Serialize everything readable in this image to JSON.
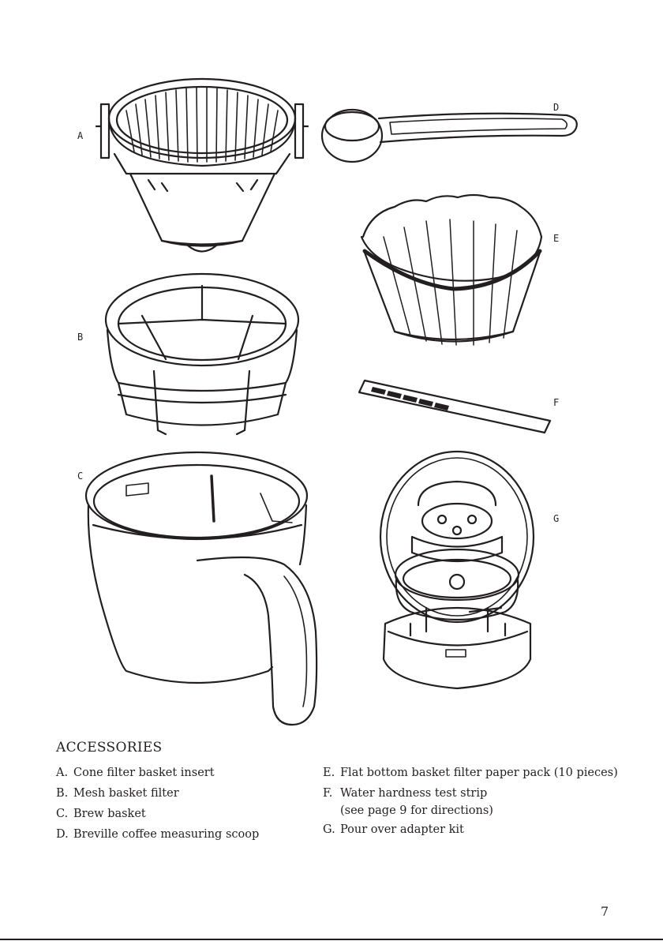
{
  "figure": {
    "labels": {
      "a": "A",
      "b": "B",
      "c": "C",
      "d": "D",
      "e": "E",
      "f": "F",
      "g": "G"
    }
  },
  "accessories": {
    "heading": "ACCESSORIES",
    "left_items": [
      {
        "key": "A.",
        "text": "Cone filter basket insert"
      },
      {
        "key": "B.",
        "text": "Mesh basket filter"
      },
      {
        "key": "C.",
        "text": "Brew basket"
      },
      {
        "key": "D.",
        "text": "Breville coffee measuring scoop"
      }
    ],
    "right_items": [
      {
        "key": "E.",
        "text": "Flat bottom basket filter paper pack (10 pieces)"
      },
      {
        "key": "F.",
        "text": "Water hardness test strip",
        "text2": "(see page 9 for directions)"
      },
      {
        "key": "G.",
        "text": "Pour over adapter kit"
      }
    ]
  },
  "page_number": "7"
}
